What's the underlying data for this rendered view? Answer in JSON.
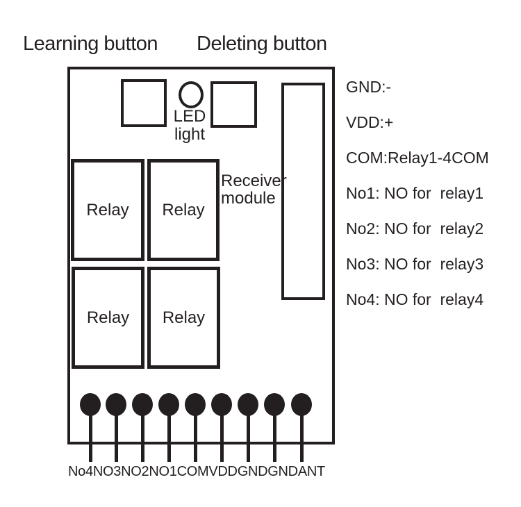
{
  "titles": {
    "learning": "Learning button",
    "deleting": "Deleting button"
  },
  "board": {
    "led": {
      "line1": "LED",
      "line2": "light"
    },
    "receiver": {
      "line1": "Receiver",
      "line2": "module"
    },
    "relays": [
      "Relay",
      "Relay",
      "Relay",
      "Relay"
    ]
  },
  "pins": {
    "labels": [
      "No4",
      "NO3",
      "NO2",
      "NO1",
      "COM",
      "VDD",
      "GND",
      "GND",
      "ANT"
    ]
  },
  "legend": {
    "lines": [
      "GND:-",
      "VDD:+",
      "COM:Relay1-4COM",
      "No1: NO for  relay1",
      "No2: NO for  relay2",
      "No3: NO for  relay3",
      "No4: NO for  relay4"
    ]
  },
  "colors": {
    "ink": "#231f20",
    "background": "#ffffff"
  }
}
